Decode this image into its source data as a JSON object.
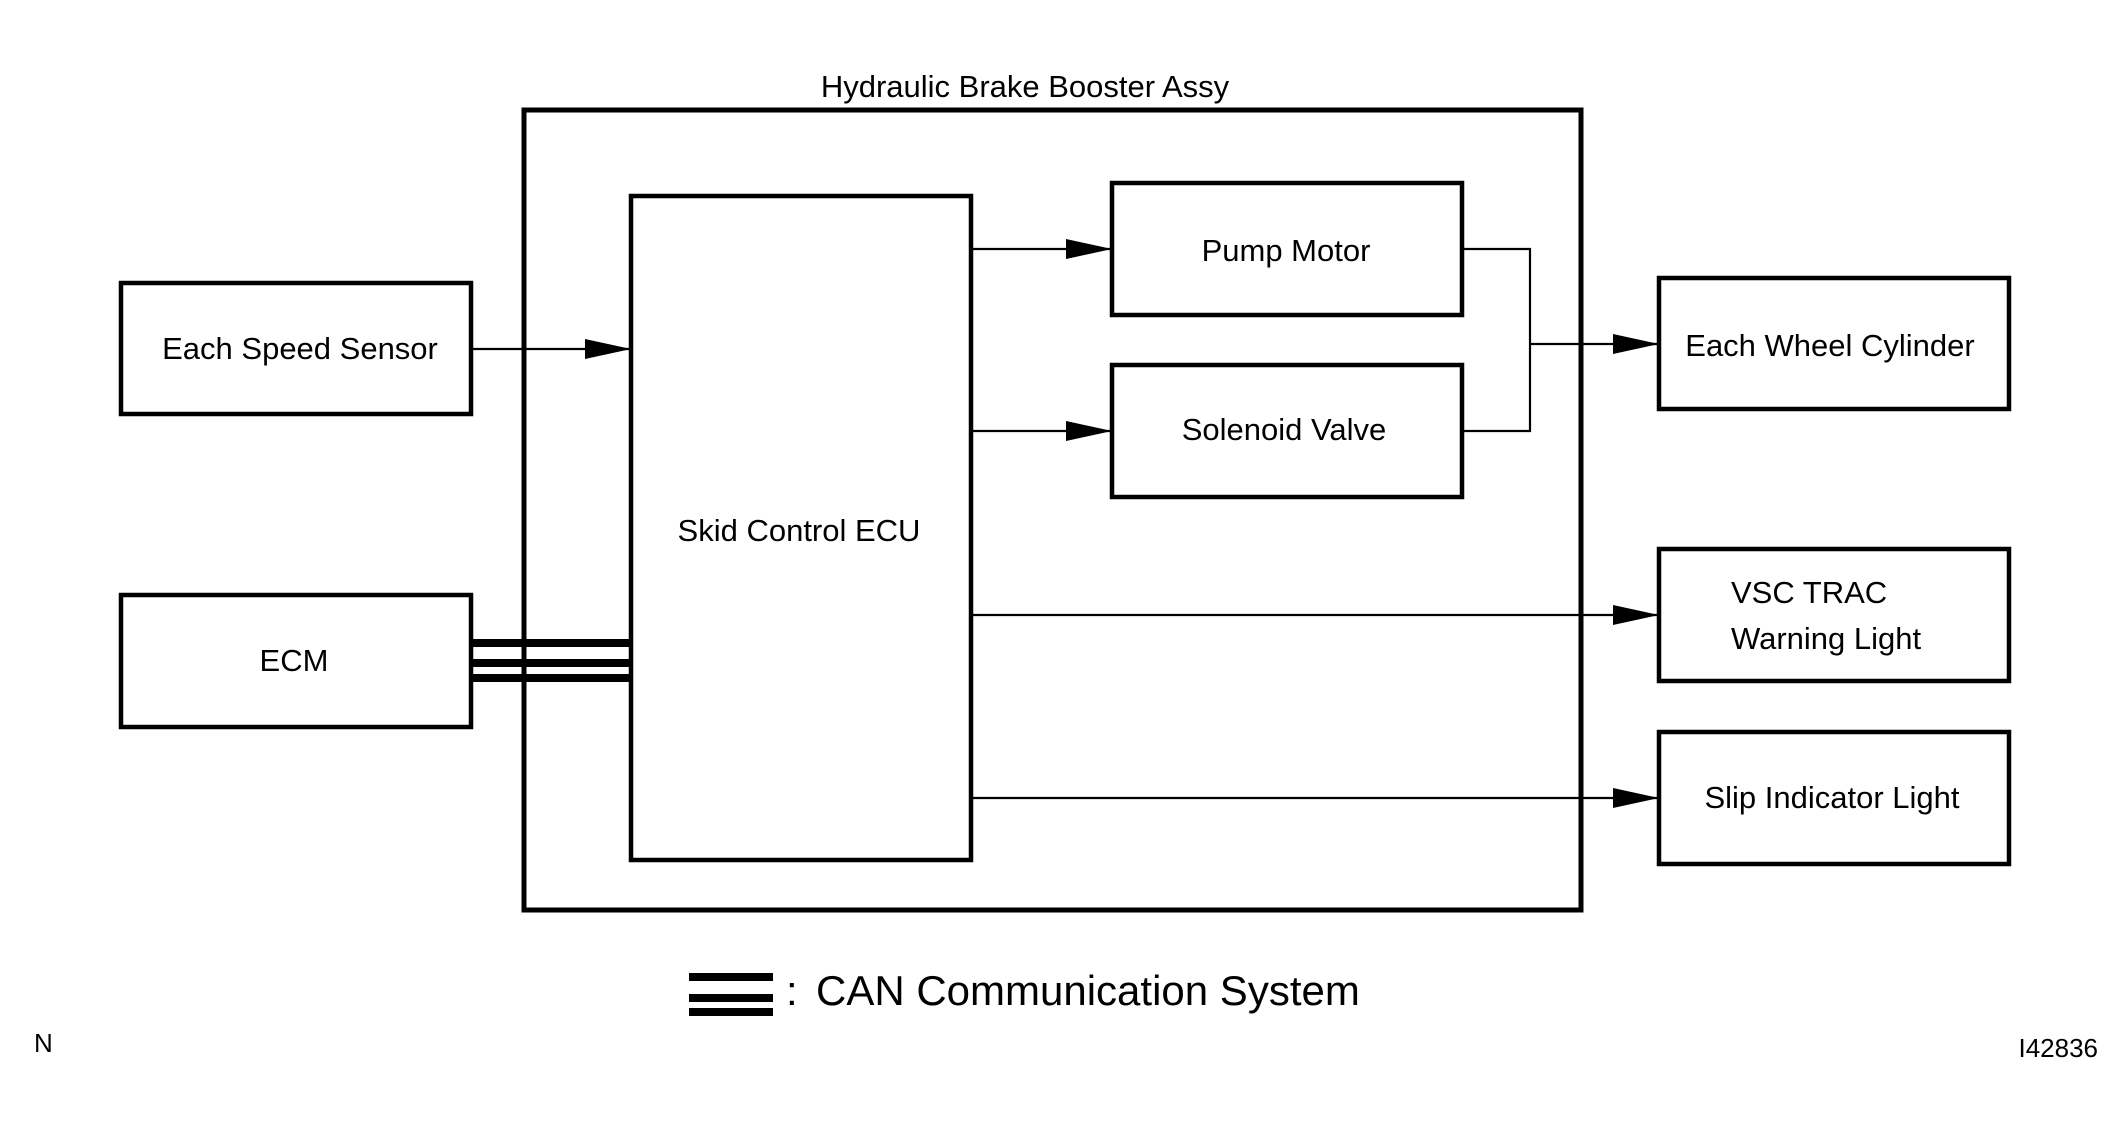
{
  "diagram": {
    "title": "Hydraulic Brake Booster Assy",
    "inputs": {
      "speed_sensor": "Each Speed Sensor",
      "ecm": "ECM"
    },
    "ecu": "Skid Control ECU",
    "actuators": {
      "pump_motor": "Pump Motor",
      "solenoid_valve": "Solenoid Valve"
    },
    "outputs": {
      "wheel_cylinder": "Each Wheel Cylinder",
      "vsc_trac_line1": "VSC TRAC",
      "vsc_trac_line2": "Warning Light",
      "slip_indicator": "Slip Indicator Light"
    },
    "legend": {
      "separator": ":",
      "can_label": "CAN Communication System"
    },
    "corner_left": "N",
    "figure_id": "I42836"
  },
  "colors": {
    "line": "#000000",
    "background": "#ffffff"
  }
}
